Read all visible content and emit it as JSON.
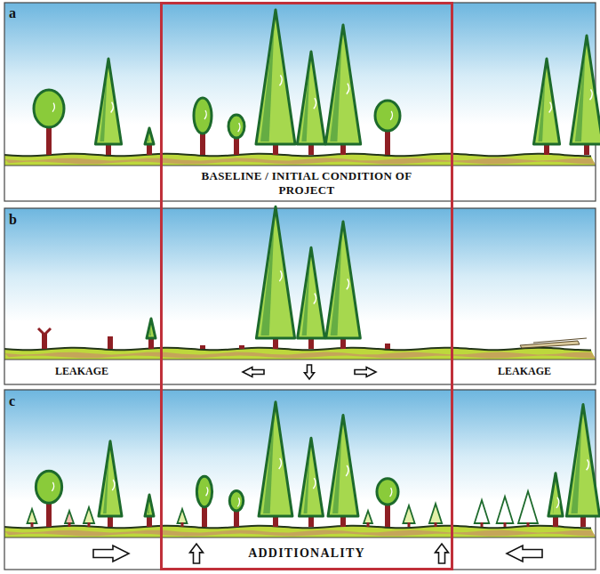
{
  "diagram": {
    "nodes": [
      {
        "text": [
          "BASELINE / INITIAL CONDITION OF PROJECT",
          "ADDITIONALITY"
        ]
      }
    ],
    "labels": [
      "a",
      "b",
      "LEAKAGE",
      "LEAKAGE",
      "c"
    ]
  }
}
